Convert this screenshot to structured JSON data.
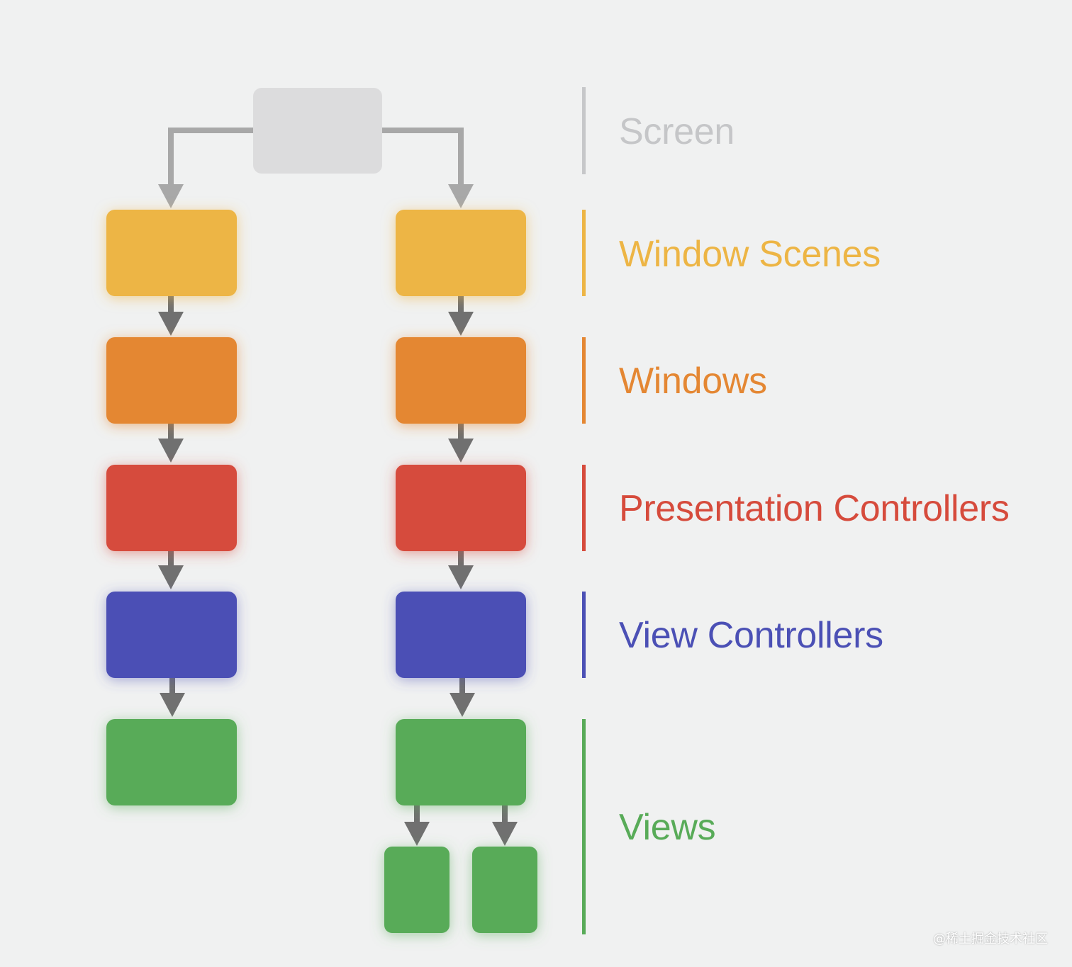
{
  "colors": {
    "background": "#f0f1f1",
    "screen": "#dcdcdd",
    "screen_line": "#b4b5b7",
    "screen_text": "#c5c6c8",
    "window_scenes": "#edb545",
    "windows": "#e48733",
    "presentation_controllers": "#d64b3c",
    "view_controllers": "#4b50b5",
    "views": "#58ab58",
    "arrow": "#707070",
    "arrow_light": "#a8a8a8"
  },
  "layers": [
    {
      "key": "screen",
      "label": "Screen"
    },
    {
      "key": "window_scenes",
      "label": "Window Scenes"
    },
    {
      "key": "windows",
      "label": "Windows"
    },
    {
      "key": "presentation_controllers",
      "label": "Presentation Controllers"
    },
    {
      "key": "view_controllers",
      "label": "View Controllers"
    },
    {
      "key": "views",
      "label": "Views"
    }
  ],
  "watermark": "@稀土掘金技术社区"
}
